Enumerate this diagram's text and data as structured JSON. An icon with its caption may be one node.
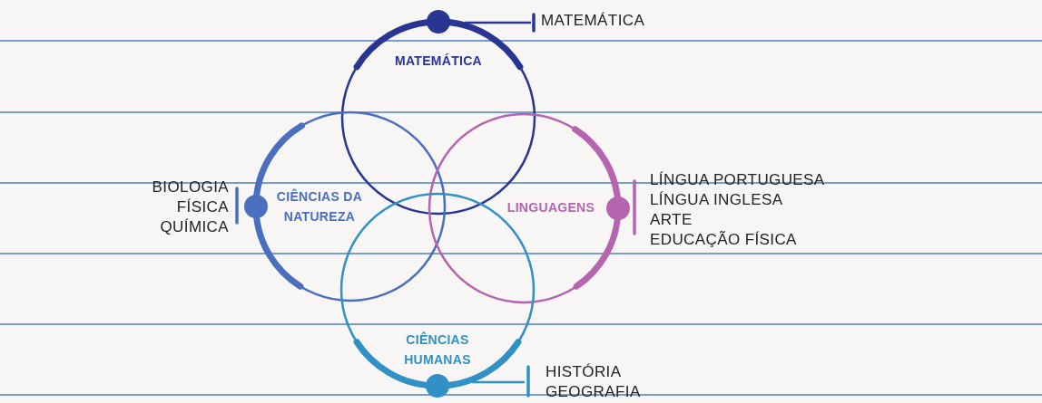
{
  "diagram": {
    "nodes": [
      {
        "text": [
          "MATEMÁTICA"
        ],
        "beside": [
          "MATEMÁTICA"
        ]
      },
      {
        "text": [
          "CIÊNCIAS DA NATUREZA"
        ],
        "beside": [
          "BIOLOGIA",
          "FÍSICA",
          "QUÍMICA"
        ]
      },
      {
        "text": [
          "LINGUAGENS"
        ],
        "beside": [
          "LÍNGUA PORTUGUESA",
          "LÍNGUA INGLESA",
          "ARTE",
          "EDUCAÇÃO FÍSICA"
        ]
      },
      {
        "text": [
          "CIÊNCIAS HUMANAS"
        ],
        "beside": [
          "HISTÓRIA",
          "GEOGRAFIA"
        ]
      }
    ]
  }
}
